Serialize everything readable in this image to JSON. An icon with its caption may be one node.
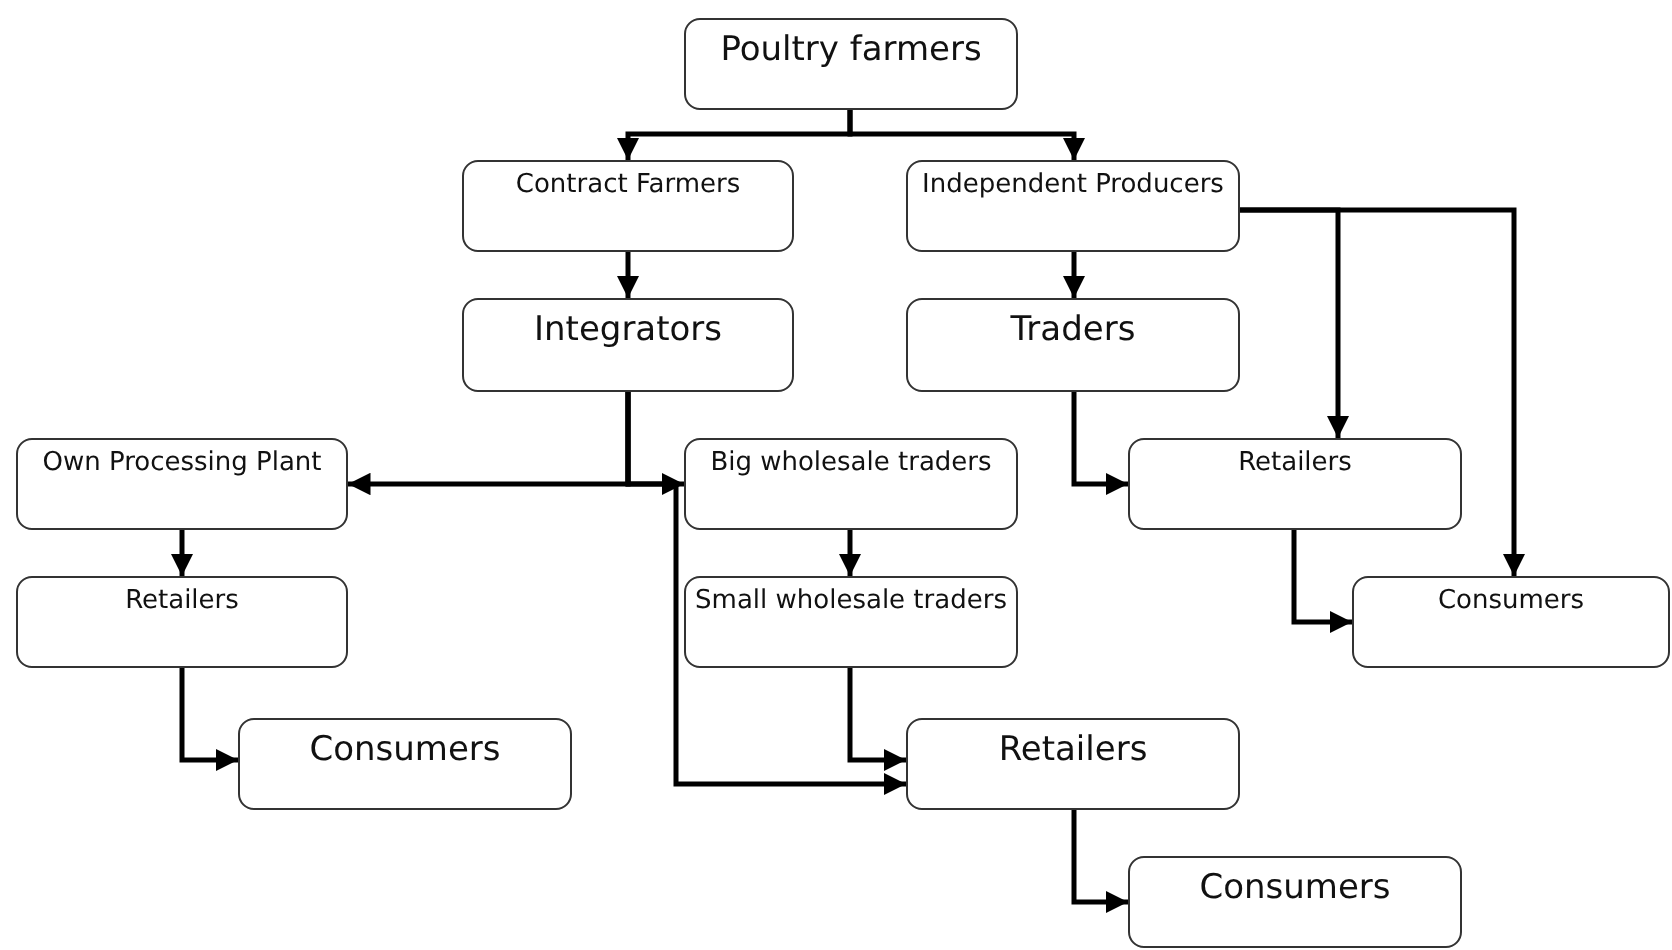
{
  "diagram": {
    "nodes": [
      {
        "text": [
          "Poultry farmers"
        ]
      },
      {
        "text": [
          "Contract Farmers"
        ]
      },
      {
        "text": [
          "Independent Producers"
        ]
      },
      {
        "text": [
          "Integrators"
        ]
      },
      {
        "text": [
          "Traders"
        ]
      },
      {
        "text": [
          "Own Processing Plant"
        ]
      },
      {
        "text": [
          "Big wholesale traders"
        ]
      },
      {
        "text": [
          "Retailers"
        ]
      },
      {
        "text": [
          "Retailers"
        ]
      },
      {
        "text": [
          "Small wholesale traders"
        ]
      },
      {
        "text": [
          "Consumers"
        ]
      },
      {
        "text": [
          "Consumers"
        ]
      },
      {
        "text": [
          "Retailers"
        ]
      },
      {
        "text": [
          "Consumers"
        ]
      }
    ],
    "edges": [
      {
        "from": 0,
        "to": 1,
        "arrow": "to"
      },
      {
        "from": 0,
        "to": 2,
        "arrow": "to"
      },
      {
        "from": 1,
        "to": 3,
        "arrow": "to"
      },
      {
        "from": 2,
        "to": 4,
        "arrow": "to"
      },
      {
        "from": 2,
        "to": 7,
        "arrow": "to"
      },
      {
        "from": 2,
        "to": 10,
        "arrow": "to"
      },
      {
        "from": 3,
        "to": 5,
        "arrow": "to"
      },
      {
        "from": 3,
        "to": 6,
        "arrow": "to"
      },
      {
        "from": 3,
        "to": 12,
        "arrow": "to"
      },
      {
        "from": 4,
        "to": 7,
        "arrow": "to"
      },
      {
        "from": 5,
        "to": 8,
        "arrow": "to"
      },
      {
        "from": 6,
        "to": 9,
        "arrow": "to"
      },
      {
        "from": 7,
        "to": 10,
        "arrow": "to"
      },
      {
        "from": 8,
        "to": 11,
        "arrow": "to"
      },
      {
        "from": 9,
        "to": 12,
        "arrow": "to"
      },
      {
        "from": 12,
        "to": 13,
        "arrow": "to"
      }
    ]
  }
}
